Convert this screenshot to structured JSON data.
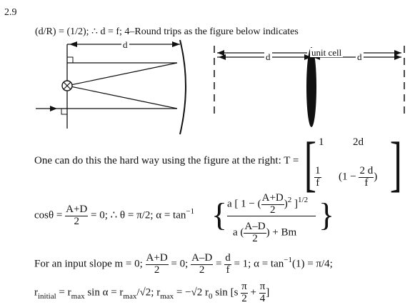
{
  "header": {
    "problem_number": "2.9"
  },
  "line1": {
    "text": "(d/R) = (1/2);  ∴ d = f;  4–Round trips as the figure below indicates"
  },
  "figure": {
    "left_label": "d",
    "right_top_label": "unit cell",
    "right_d_left": "d",
    "right_d_right": "d"
  },
  "matrix_line": {
    "lead": "One can do this the hard way using the figure at the right:  T =",
    "a11": "1",
    "a12": "2d",
    "a21_num": "1",
    "a21_den": "f",
    "a22_pre": "1 −",
    "a22_num": "2 d",
    "a22_den": "f"
  },
  "cos_line": {
    "lhs": "cosθ  =",
    "frac1_num": "A+D",
    "frac1_den": "2",
    "mid": "= 0;  ∴ θ = π/2;  α = tan",
    "sup": "−1",
    "inner_a1": "a",
    "inner_bracket": "1 −",
    "inner_num": "A+D",
    "inner_den": "2",
    "inner_pow": "2",
    "inner_half": "1/2",
    "den_a": "a",
    "den_num": "A–D",
    "den_den": "2",
    "den_tail": "+  Bm"
  },
  "slope_line": {
    "lead": "For an input slope m = 0;",
    "f1_num": "A+D",
    "f1_den": "2",
    "t1": "= 0;",
    "f2_num": "A–D",
    "f2_den": "2",
    "t2": "=",
    "f3_num": "d",
    "f3_den": "f",
    "t3": "= 1;  α = tan",
    "sup": "−1",
    "t4": "(1) = π/4;"
  },
  "r_line": {
    "r1": "r",
    "r1_sub": "initial",
    "t1": " = r",
    "r2_sub": "max",
    "t2": " sin α = r",
    "r3_sub": "max",
    "t3": "/√2; r",
    "r4_sub": "max",
    "t4": " = −√2 r",
    "r0_sub": "0",
    "t5": " sin",
    "s": "s",
    "f1_num": "π",
    "f1_den": "2",
    "plus": "+",
    "f2_num": "π",
    "f2_den": "4"
  }
}
